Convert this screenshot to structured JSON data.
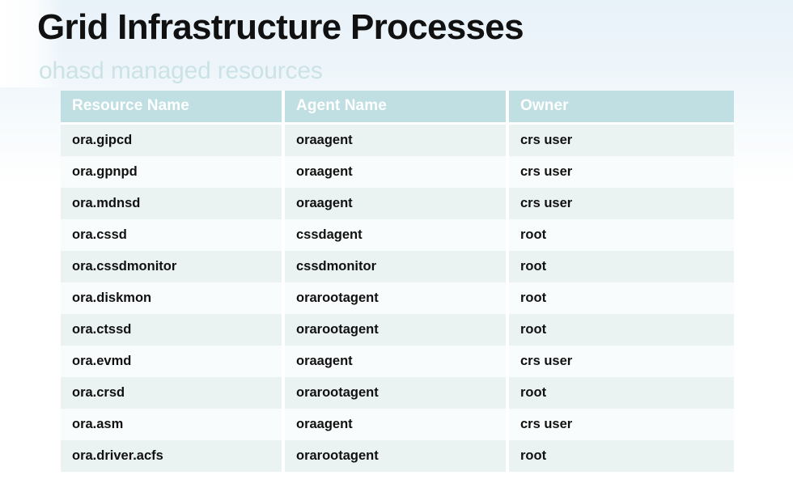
{
  "slide": {
    "title": "Grid Infrastructure Processes",
    "subtitle": "ohasd managed resources",
    "accent_color": "#bfdfe2",
    "subtitle_color": "#cbe3e6",
    "title_color": "#111111",
    "row_odd_color": "#eaf2f2",
    "row_even_color": "#f9fcfc",
    "background_top_color": "#e8f2f9",
    "background_bottom_color": "#ffffff"
  },
  "table": {
    "columns": [
      {
        "key": "resource_name",
        "label": "Resource Name"
      },
      {
        "key": "agent_name",
        "label": "Agent Name"
      },
      {
        "key": "owner",
        "label": "Owner"
      }
    ],
    "rows": [
      {
        "resource_name": "ora.gipcd",
        "agent_name": "oraagent",
        "owner": "crs user"
      },
      {
        "resource_name": "ora.gpnpd",
        "agent_name": "oraagent",
        "owner": "crs user"
      },
      {
        "resource_name": "ora.mdnsd",
        "agent_name": "oraagent",
        "owner": "crs user"
      },
      {
        "resource_name": "ora.cssd",
        "agent_name": "cssdagent",
        "owner": "root"
      },
      {
        "resource_name": "ora.cssdmonitor",
        "agent_name": "cssdmonitor",
        "owner": "root"
      },
      {
        "resource_name": "ora.diskmon",
        "agent_name": "orarootagent",
        "owner": "root"
      },
      {
        "resource_name": "ora.ctssd",
        "agent_name": "orarootagent",
        "owner": "root"
      },
      {
        "resource_name": "ora.evmd",
        "agent_name": "oraagent",
        "owner": "crs user"
      },
      {
        "resource_name": "ora.crsd",
        "agent_name": "orarootagent",
        "owner": "root"
      },
      {
        "resource_name": "ora.asm",
        "agent_name": "oraagent",
        "owner": "crs user"
      },
      {
        "resource_name": "ora.driver.acfs",
        "agent_name": "orarootagent",
        "owner": "root"
      }
    ]
  }
}
